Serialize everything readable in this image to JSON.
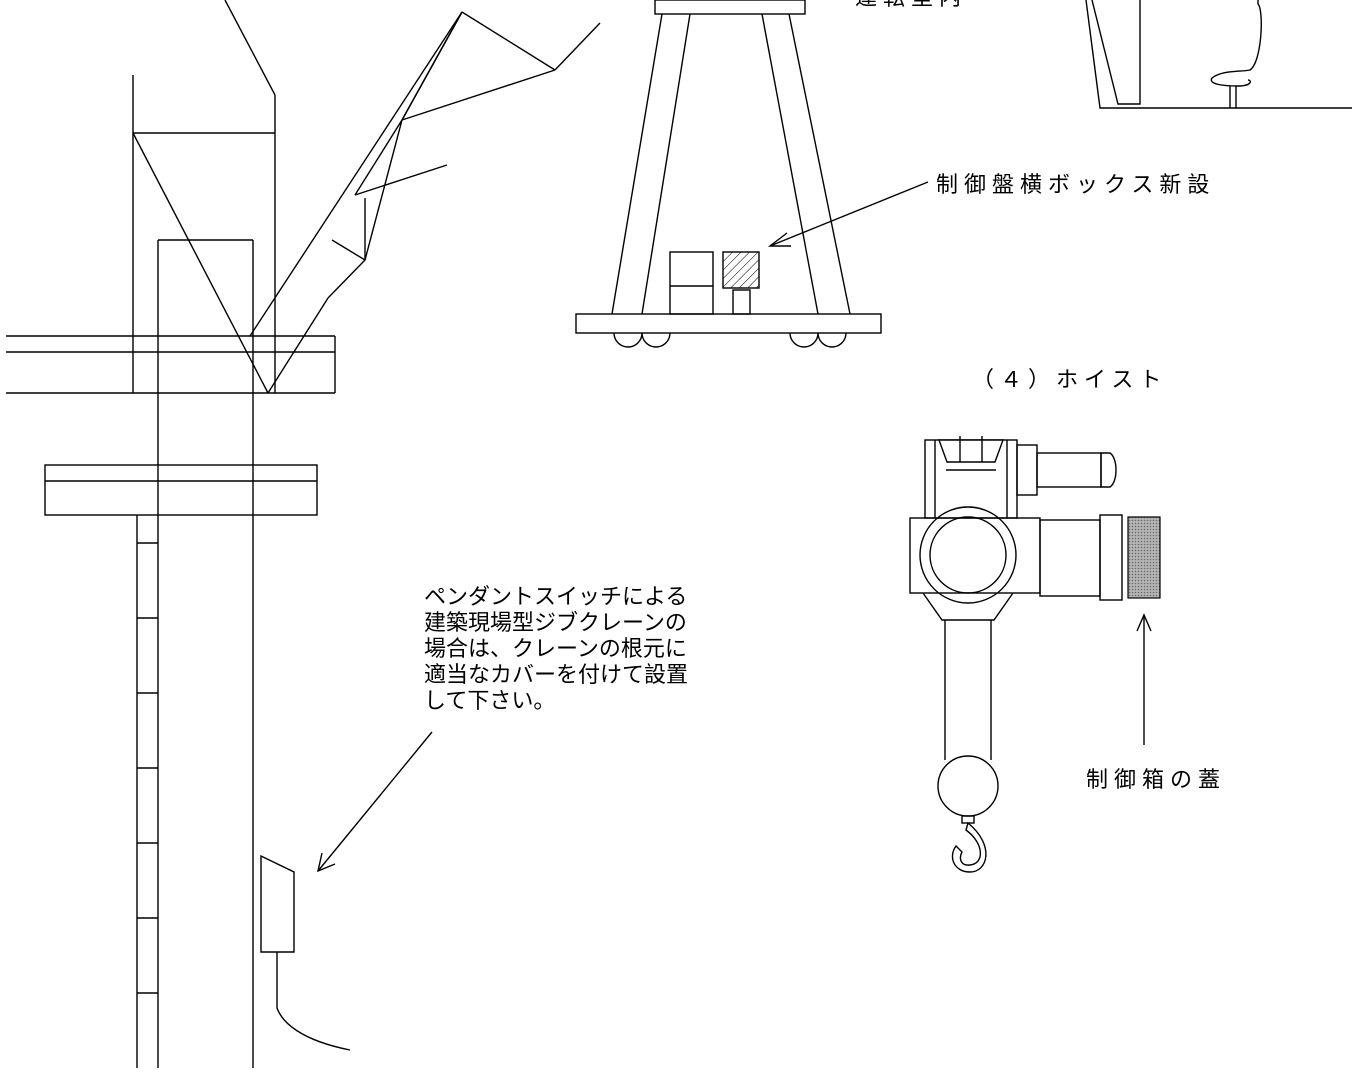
{
  "labels": {
    "top_right_cutoff": "運転室内",
    "control_panel_box": "制御盤横ボックス新設",
    "hoist_heading": "（４）ホイスト",
    "control_box_lid": "制御箱の蓋"
  },
  "note": {
    "lines": [
      "ペンダントスイッチによる",
      "建築現場型ジブクレーンの",
      "場合は、クレーンの根元に",
      "適当なカバーを付けて設置",
      "して下さい。"
    ]
  },
  "colors": {
    "line": "#000000",
    "background": "#ffffff",
    "hatch_fill": "#9a9a9a"
  }
}
